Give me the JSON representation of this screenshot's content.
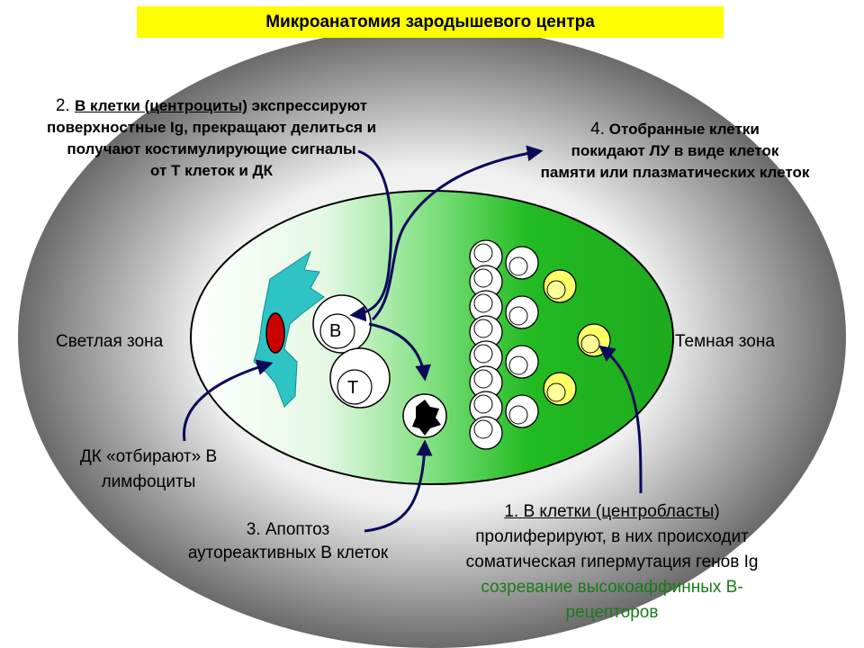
{
  "title": "Микроанатомия зародышевого центра",
  "labels": {
    "light_zone": "Светлая зона",
    "dark_zone": "Темная зона",
    "b_cell": "В",
    "t_cell": "Т"
  },
  "step2": {
    "num": "2. ",
    "underlined": "В клетки (центроциты)",
    "rest1": " экспрессируют",
    "line2": "поверхностные Ig, прекращают делиться и",
    "line3": "получают костимулирующие сигналы",
    "line4": "от Т клеток и ДК"
  },
  "step4": {
    "num": "4.",
    "rest1": " Отобранные клетки",
    "line2": "покидают ЛУ в виде клеток",
    "line3": "памяти или плазматических клеток"
  },
  "dc_note": {
    "line1": "ДК «отбирают» В",
    "line2": "лимфоциты"
  },
  "step3": {
    "line1": "3. Апоптоз",
    "line2": "аутореактивных В клеток"
  },
  "step1": {
    "underlined": "1. В клетки (центробласты",
    "close": ")",
    "line2": "пролиферируют, в них  происходит",
    "line3": "соматическая гипермутация генов Ig",
    "line4": "созревание высокоаффинных В-",
    "line5": "рецепторов"
  },
  "colors": {
    "title_bg": "#ffff00",
    "dark_green": "#22bb22",
    "light_green": "#e8f8e8",
    "dc_cyan": "#2ec4c4",
    "dc_nucleus": "#cc0000",
    "plasma_yellow": "#ffff66",
    "arrow_navy": "#0a0a5a",
    "green_text": "#1a7a1a"
  }
}
